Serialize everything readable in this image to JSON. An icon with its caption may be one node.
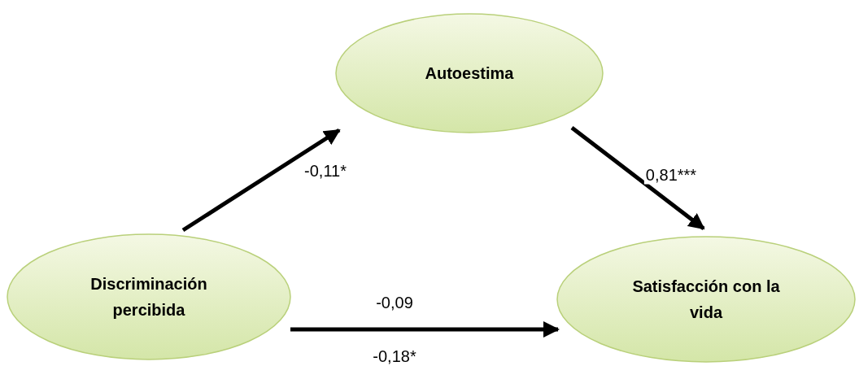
{
  "diagram": {
    "nodes": [
      {
        "text": [
          "Discriminación percibida"
        ]
      },
      {
        "text": [
          "Autoestima"
        ]
      },
      {
        "text": [
          "Satisfacción con la vida"
        ]
      }
    ],
    "edges": [
      {
        "from": 0,
        "to": 1,
        "arrow": "to",
        "label": "-0,11*"
      },
      {
        "from": 1,
        "to": 2,
        "arrow": "to",
        "label": "0,81***"
      },
      {
        "from": 0,
        "to": 2,
        "arrow": "to",
        "label": "-0,09"
      }
    ],
    "labels": [
      "-0,18*"
    ]
  }
}
